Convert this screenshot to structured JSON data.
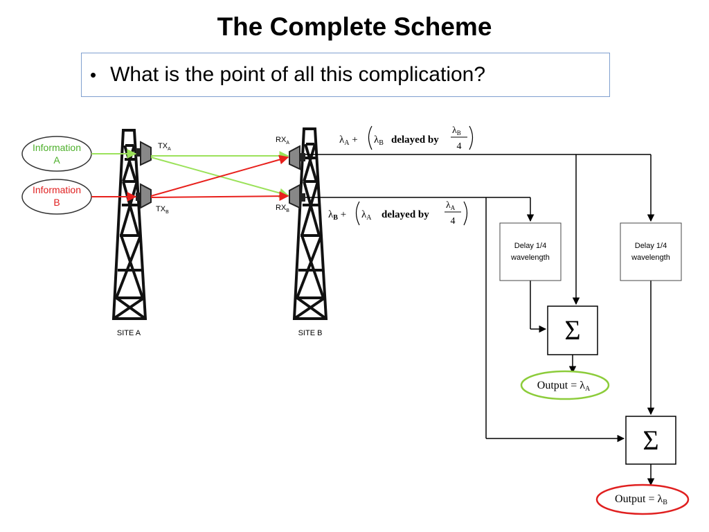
{
  "slide": {
    "title": "The Complete Scheme",
    "bullet": "What is the point of all this complication?"
  },
  "sources": {
    "info_a": [
      "Information",
      "A"
    ],
    "info_b": [
      "Information",
      "B"
    ]
  },
  "towers": {
    "site_a": "SITE A",
    "site_b": "SITE B",
    "tx_a": {
      "main": "TX",
      "sub": "A"
    },
    "tx_b": {
      "main": "TX",
      "sub": "B"
    },
    "rx_a": {
      "main": "RX",
      "sub": "A"
    },
    "rx_b": {
      "main": "RX",
      "sub": "B"
    }
  },
  "signals": {
    "top": {
      "lam1_sub": "A",
      "lam2_sub": "B",
      "delayed_by": "delayed by",
      "frac_sub": "B",
      "frac_den": "4"
    },
    "bottom": {
      "lam1_sub": "B",
      "lam2_sub": "A",
      "delayed_by": "delayed by",
      "frac_sub": "A",
      "frac_den": "4"
    }
  },
  "blocks": {
    "delay1": [
      "Delay 1/4",
      "wavelength"
    ],
    "delay2": [
      "Delay 1/4",
      "wavelength"
    ],
    "sum_symbol": "Σ"
  },
  "outputs": {
    "a": {
      "label": "Output = λ",
      "sub": "A"
    },
    "b": {
      "label": "Output = λ",
      "sub": "B"
    }
  },
  "colors": {
    "green": "#7fd23a",
    "red": "#e8201c",
    "info_a_text": "#4caf2a",
    "info_b_text": "#e02020",
    "bullet_border": "#7f9fcf"
  }
}
